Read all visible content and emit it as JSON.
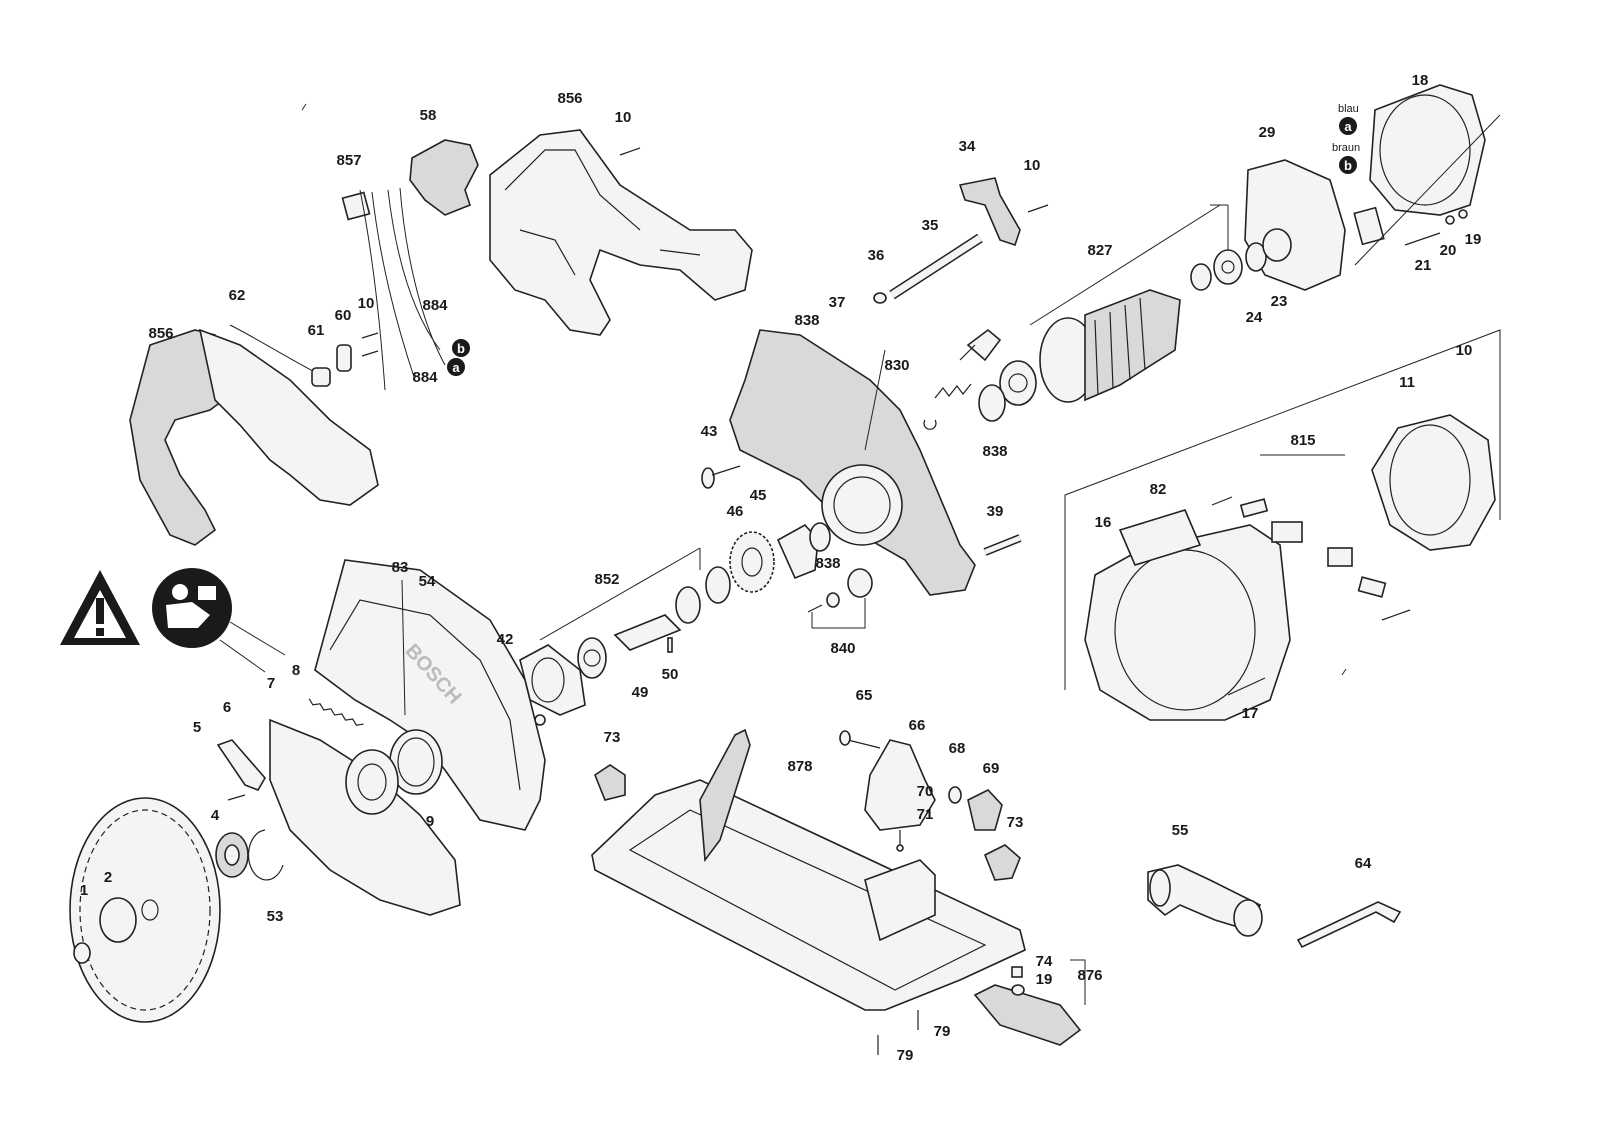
{
  "diagram": {
    "callouts": [
      {
        "id": "c-856-top",
        "text": "856"
      },
      {
        "id": "c-58",
        "text": "58"
      },
      {
        "id": "c-857",
        "text": "857"
      },
      {
        "id": "c-10-a",
        "text": "10"
      },
      {
        "id": "c-34",
        "text": "34"
      },
      {
        "id": "c-10-b",
        "text": "10"
      },
      {
        "id": "c-35",
        "text": "35"
      },
      {
        "id": "c-36",
        "text": "36"
      },
      {
        "id": "c-827",
        "text": "827"
      },
      {
        "id": "c-29",
        "text": "29"
      },
      {
        "id": "c-18",
        "text": "18"
      },
      {
        "id": "c-62",
        "text": "62"
      },
      {
        "id": "c-856-left",
        "text": "856"
      },
      {
        "id": "c-61",
        "text": "61"
      },
      {
        "id": "c-60",
        "text": "60"
      },
      {
        "id": "c-10-c",
        "text": "10"
      },
      {
        "id": "c-884-a",
        "text": "884"
      },
      {
        "id": "c-884-b",
        "text": "884"
      },
      {
        "id": "c-37",
        "text": "37"
      },
      {
        "id": "c-838-a",
        "text": "838"
      },
      {
        "id": "c-830",
        "text": "830"
      },
      {
        "id": "c-838-b",
        "text": "838"
      },
      {
        "id": "c-24",
        "text": "24"
      },
      {
        "id": "c-23",
        "text": "23"
      },
      {
        "id": "c-21",
        "text": "21"
      },
      {
        "id": "c-20",
        "text": "20"
      },
      {
        "id": "c-19-a",
        "text": "19"
      },
      {
        "id": "c-10-d",
        "text": "10"
      },
      {
        "id": "c-11",
        "text": "11"
      },
      {
        "id": "c-815",
        "text": "815"
      },
      {
        "id": "c-43",
        "text": "43"
      },
      {
        "id": "c-45",
        "text": "45"
      },
      {
        "id": "c-46",
        "text": "46"
      },
      {
        "id": "c-39",
        "text": "39"
      },
      {
        "id": "c-82",
        "text": "82"
      },
      {
        "id": "c-16",
        "text": "16"
      },
      {
        "id": "c-838-c",
        "text": "838"
      },
      {
        "id": "c-83",
        "text": "83"
      },
      {
        "id": "c-54",
        "text": "54"
      },
      {
        "id": "c-852",
        "text": "852"
      },
      {
        "id": "c-840",
        "text": "840"
      },
      {
        "id": "c-42",
        "text": "42"
      },
      {
        "id": "c-49",
        "text": "49"
      },
      {
        "id": "c-50",
        "text": "50"
      },
      {
        "id": "c-17",
        "text": "17"
      },
      {
        "id": "c-8",
        "text": "8"
      },
      {
        "id": "c-7",
        "text": "7"
      },
      {
        "id": "c-6",
        "text": "6"
      },
      {
        "id": "c-5",
        "text": "5"
      },
      {
        "id": "c-73-a",
        "text": "73"
      },
      {
        "id": "c-65",
        "text": "65"
      },
      {
        "id": "c-66",
        "text": "66"
      },
      {
        "id": "c-68",
        "text": "68"
      },
      {
        "id": "c-69",
        "text": "69"
      },
      {
        "id": "c-878",
        "text": "878"
      },
      {
        "id": "c-70",
        "text": "70"
      },
      {
        "id": "c-71",
        "text": "71"
      },
      {
        "id": "c-73-b",
        "text": "73"
      },
      {
        "id": "c-9",
        "text": "9"
      },
      {
        "id": "c-4",
        "text": "4"
      },
      {
        "id": "c-2",
        "text": "2"
      },
      {
        "id": "c-1",
        "text": "1"
      },
      {
        "id": "c-53",
        "text": "53"
      },
      {
        "id": "c-55",
        "text": "55"
      },
      {
        "id": "c-64",
        "text": "64"
      },
      {
        "id": "c-74",
        "text": "74"
      },
      {
        "id": "c-19-b",
        "text": "19"
      },
      {
        "id": "c-876",
        "text": "876"
      },
      {
        "id": "c-79-a",
        "text": "79"
      },
      {
        "id": "c-79-b",
        "text": "79"
      }
    ],
    "wire_markers": [
      {
        "id": "w-a-stator",
        "letter": "a",
        "label": "blau"
      },
      {
        "id": "w-b-stator",
        "letter": "b",
        "label": "braun"
      },
      {
        "id": "w-b-cable",
        "letter": "b",
        "label": ""
      },
      {
        "id": "w-a-cable",
        "letter": "a",
        "label": ""
      }
    ],
    "housing_brand": "BOSCH",
    "icons": [
      "warning-triangle-icon",
      "read-manual-icon"
    ]
  }
}
